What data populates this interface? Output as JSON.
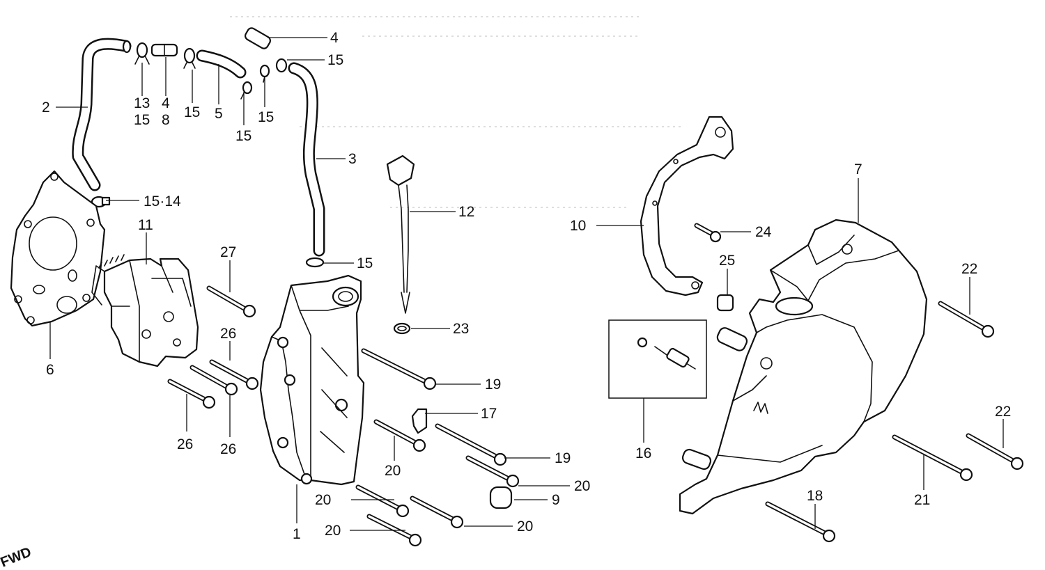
{
  "diagram": {
    "corner_text": "FWD",
    "callouts": {
      "c1": "1",
      "c2": "2",
      "c3": "3",
      "c4a": "4",
      "c4b": "4",
      "c5": "5",
      "c6": "6",
      "c7": "7",
      "c8": "8",
      "c9": "9",
      "c10": "10",
      "c11": "11",
      "c12": "12",
      "c13": "13",
      "c15_14": "15·14",
      "c15a": "15",
      "c15b": "15",
      "c15c": "15",
      "c15d": "15",
      "c15e": "15",
      "c15f": "15",
      "c16": "16",
      "c17": "17",
      "c18": "18",
      "c19a": "19",
      "c19b": "19",
      "c20a": "20",
      "c20b": "20",
      "c20c": "20",
      "c20d": "20",
      "c20e": "20",
      "c21": "21",
      "c22a": "22",
      "c22b": "22",
      "c23": "23",
      "c24": "24",
      "c25": "25",
      "c26a": "26",
      "c26b": "26",
      "c26c": "26",
      "c27": "27"
    }
  }
}
